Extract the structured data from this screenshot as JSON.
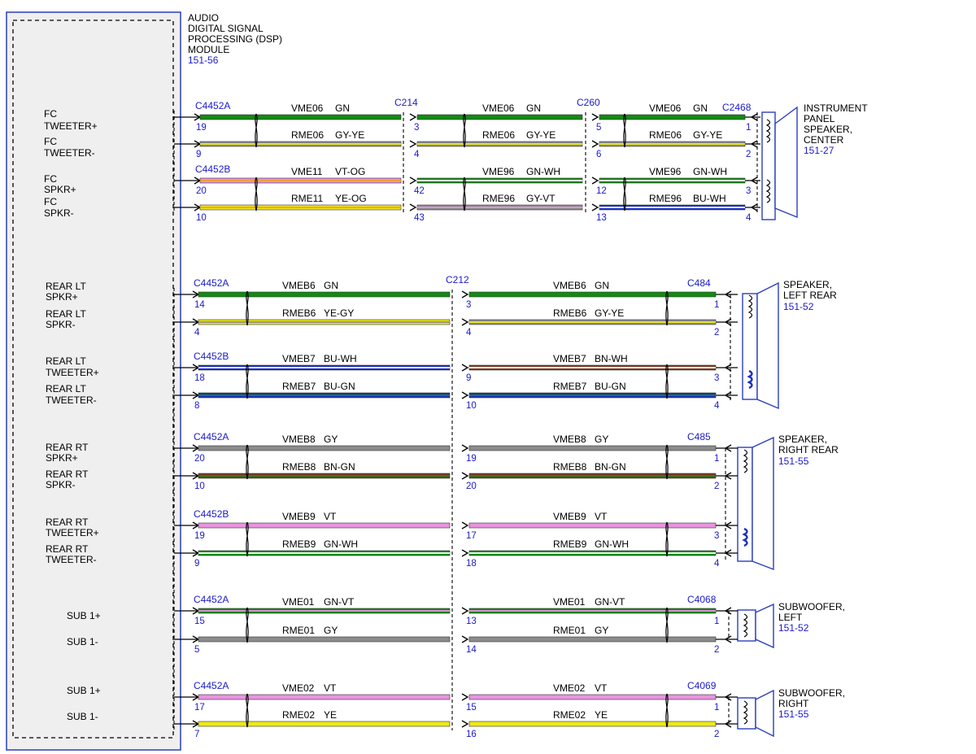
{
  "module": {
    "title_lines": [
      "AUDIO",
      "DIGITAL SIGNAL",
      "PROCESSING (DSP)",
      "MODULE"
    ],
    "ref": "151-56"
  },
  "colors": {
    "GN": "#138a13",
    "GY": "#8c8c8c",
    "YE": "#ece91a",
    "VT": "#e894e0",
    "BU": "#1a2fbf",
    "BN": "#7a3a22",
    "OG": "#f2a02c",
    "WH": "#ffffff",
    "line": "#1a1acc"
  },
  "groups": [
    {
      "id": "fc",
      "pin_labels": [
        [
          "FC",
          "TWEETER+"
        ],
        [
          "FC",
          "TWEETER-"
        ],
        [
          "FC",
          "SPKR+"
        ],
        [
          "FC",
          "SPKR-"
        ]
      ],
      "seg_connectors": [
        "C214",
        "C260",
        "C2468"
      ],
      "device": {
        "lines": [
          "INSTRUMENT",
          "PANEL",
          "SPEAKER,",
          "CENTER"
        ],
        "ref": "151-27"
      },
      "wires": [
        {
          "origin": "C4452A",
          "pins": [
            "19",
            "3",
            "5",
            "1"
          ],
          "segments": [
            {
              "circuit": "VME06",
              "color": "GN"
            },
            {
              "circuit": "VME06",
              "color": "GN"
            },
            {
              "circuit": "VME06",
              "color": "GN"
            }
          ]
        },
        {
          "origin": "",
          "pins": [
            "9",
            "4",
            "6",
            "2"
          ],
          "segments": [
            {
              "circuit": "RME06",
              "color": "GY-YE"
            },
            {
              "circuit": "RME06",
              "color": "GY-YE"
            },
            {
              "circuit": "RME06",
              "color": "GY-YE"
            }
          ]
        },
        {
          "origin": "C4452B",
          "pins": [
            "20",
            "42",
            "12",
            "3"
          ],
          "segments": [
            {
              "circuit": "VME11",
              "color": "VT-OG"
            },
            {
              "circuit": "VME96",
              "color": "GN-WH"
            },
            {
              "circuit": "VME96",
              "color": "GN-WH"
            }
          ]
        },
        {
          "origin": "",
          "pins": [
            "10",
            "43",
            "13",
            "4"
          ],
          "segments": [
            {
              "circuit": "RME11",
              "color": "YE-OG"
            },
            {
              "circuit": "RME96",
              "color": "GY-VT"
            },
            {
              "circuit": "RME96",
              "color": "BU-WH"
            }
          ]
        }
      ]
    },
    {
      "id": "rear",
      "pin_labels": [
        [
          "REAR LT",
          "SPKR+"
        ],
        [
          "REAR LT",
          "SPKR-"
        ],
        [
          "REAR LT",
          "TWEETER+"
        ],
        [
          "REAR LT",
          "TWEETER-"
        ],
        [
          "REAR RT",
          "SPKR+"
        ],
        [
          "REAR RT",
          "SPKR-"
        ],
        [
          "REAR RT",
          "TWEETER+"
        ],
        [
          "REAR RT",
          "TWEETER-"
        ],
        [
          "SUB 1+"
        ],
        [
          "SUB 1-"
        ],
        [
          "SUB 1+"
        ],
        [
          "SUB 1-"
        ]
      ],
      "mid_connector": "C212",
      "wires": [
        {
          "origin": "C4452A",
          "pins": [
            "14",
            "3",
            "1"
          ],
          "dest": "C484",
          "segments": [
            {
              "circuit": "VMEB6",
              "color": "GN"
            },
            {
              "circuit": "VMEB6",
              "color": "GN"
            }
          ]
        },
        {
          "origin": "",
          "pins": [
            "4",
            "4",
            "2"
          ],
          "dest": "",
          "segments": [
            {
              "circuit": "RMEB6",
              "color": "YE-GY"
            },
            {
              "circuit": "RMEB6",
              "color": "GY-YE"
            }
          ]
        },
        {
          "origin": "C4452B",
          "pins": [
            "18",
            "9",
            "3"
          ],
          "dest": "",
          "segments": [
            {
              "circuit": "VMEB7",
              "color": "BU-WH"
            },
            {
              "circuit": "VMEB7",
              "color": "BN-WH"
            }
          ]
        },
        {
          "origin": "",
          "pins": [
            "8",
            "10",
            "4"
          ],
          "dest": "",
          "segments": [
            {
              "circuit": "RMEB7",
              "color": "BU-GN"
            },
            {
              "circuit": "RMEB7",
              "color": "BU-GN"
            }
          ]
        },
        {
          "origin": "C4452A",
          "pins": [
            "20",
            "19",
            "1"
          ],
          "dest": "C485",
          "segments": [
            {
              "circuit": "VMEB8",
              "color": "GY"
            },
            {
              "circuit": "VMEB8",
              "color": "GY"
            }
          ]
        },
        {
          "origin": "",
          "pins": [
            "10",
            "20",
            "2"
          ],
          "dest": "",
          "segments": [
            {
              "circuit": "RMEB8",
              "color": "BN-GN"
            },
            {
              "circuit": "RMEB8",
              "color": "BN-GN"
            }
          ]
        },
        {
          "origin": "C4452B",
          "pins": [
            "19",
            "17",
            "3"
          ],
          "dest": "",
          "segments": [
            {
              "circuit": "VMEB9",
              "color": "VT"
            },
            {
              "circuit": "VMEB9",
              "color": "VT"
            }
          ]
        },
        {
          "origin": "",
          "pins": [
            "9",
            "18",
            "4"
          ],
          "dest": "",
          "segments": [
            {
              "circuit": "RMEB9",
              "color": "GN-WH"
            },
            {
              "circuit": "RMEB9",
              "color": "GN-WH"
            }
          ]
        },
        {
          "origin": "C4452A",
          "pins": [
            "15",
            "13",
            "1"
          ],
          "dest": "C4068",
          "segments": [
            {
              "circuit": "VME01",
              "color": "GN-VT"
            },
            {
              "circuit": "VME01",
              "color": "GN-VT"
            }
          ]
        },
        {
          "origin": "",
          "pins": [
            "5",
            "14",
            "2"
          ],
          "dest": "",
          "segments": [
            {
              "circuit": "RME01",
              "color": "GY"
            },
            {
              "circuit": "RME01",
              "color": "GY"
            }
          ]
        },
        {
          "origin": "C4452A",
          "pins": [
            "17",
            "15",
            "1"
          ],
          "dest": "C4069",
          "segments": [
            {
              "circuit": "VME02",
              "color": "VT"
            },
            {
              "circuit": "VME02",
              "color": "VT"
            }
          ]
        },
        {
          "origin": "",
          "pins": [
            "7",
            "16",
            "2"
          ],
          "dest": "",
          "segments": [
            {
              "circuit": "RME02",
              "color": "YE"
            },
            {
              "circuit": "RME02",
              "color": "YE"
            }
          ]
        }
      ],
      "devices": [
        {
          "lines": [
            "SPEAKER,",
            "LEFT REAR"
          ],
          "ref": "151-52"
        },
        {
          "lines": [
            "SPEAKER,",
            "RIGHT REAR"
          ],
          "ref": "151-55"
        },
        {
          "lines": [
            "SUBWOOFER,",
            "LEFT"
          ],
          "ref": "151-52"
        },
        {
          "lines": [
            "SUBWOOFER,",
            "RIGHT"
          ],
          "ref": "151-55"
        }
      ]
    }
  ]
}
